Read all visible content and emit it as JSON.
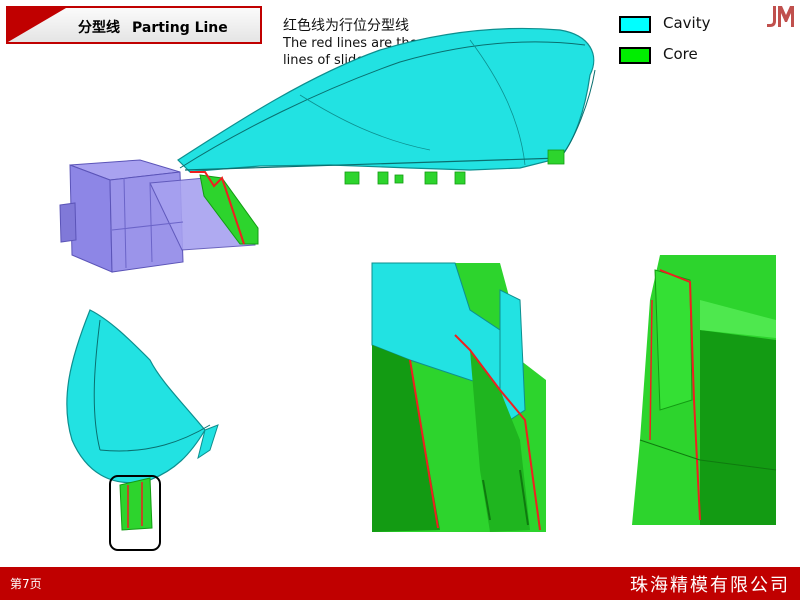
{
  "header": {
    "title_cn": "分型线",
    "title_en": "Parting Line"
  },
  "note": {
    "cn": "红色线为行位分型线",
    "en_line1": "The red lines are the parting",
    "en_line2": "lines of sliders."
  },
  "legend": {
    "items": [
      {
        "label": "Cavity",
        "color": "#00ffff"
      },
      {
        "label": "Core",
        "color": "#00ee00"
      }
    ]
  },
  "logo": {
    "icon": "jm-logo-icon",
    "color": "#c0504d"
  },
  "colors": {
    "brand_red": "#c00000",
    "cavity": "#22e2e2",
    "core": "#2dd42d",
    "core_dark": "#139b13",
    "slider": "#8f86e6",
    "parting": "#ee2020"
  },
  "footer": {
    "page": "第7页",
    "company": "珠海精模有限公司"
  }
}
